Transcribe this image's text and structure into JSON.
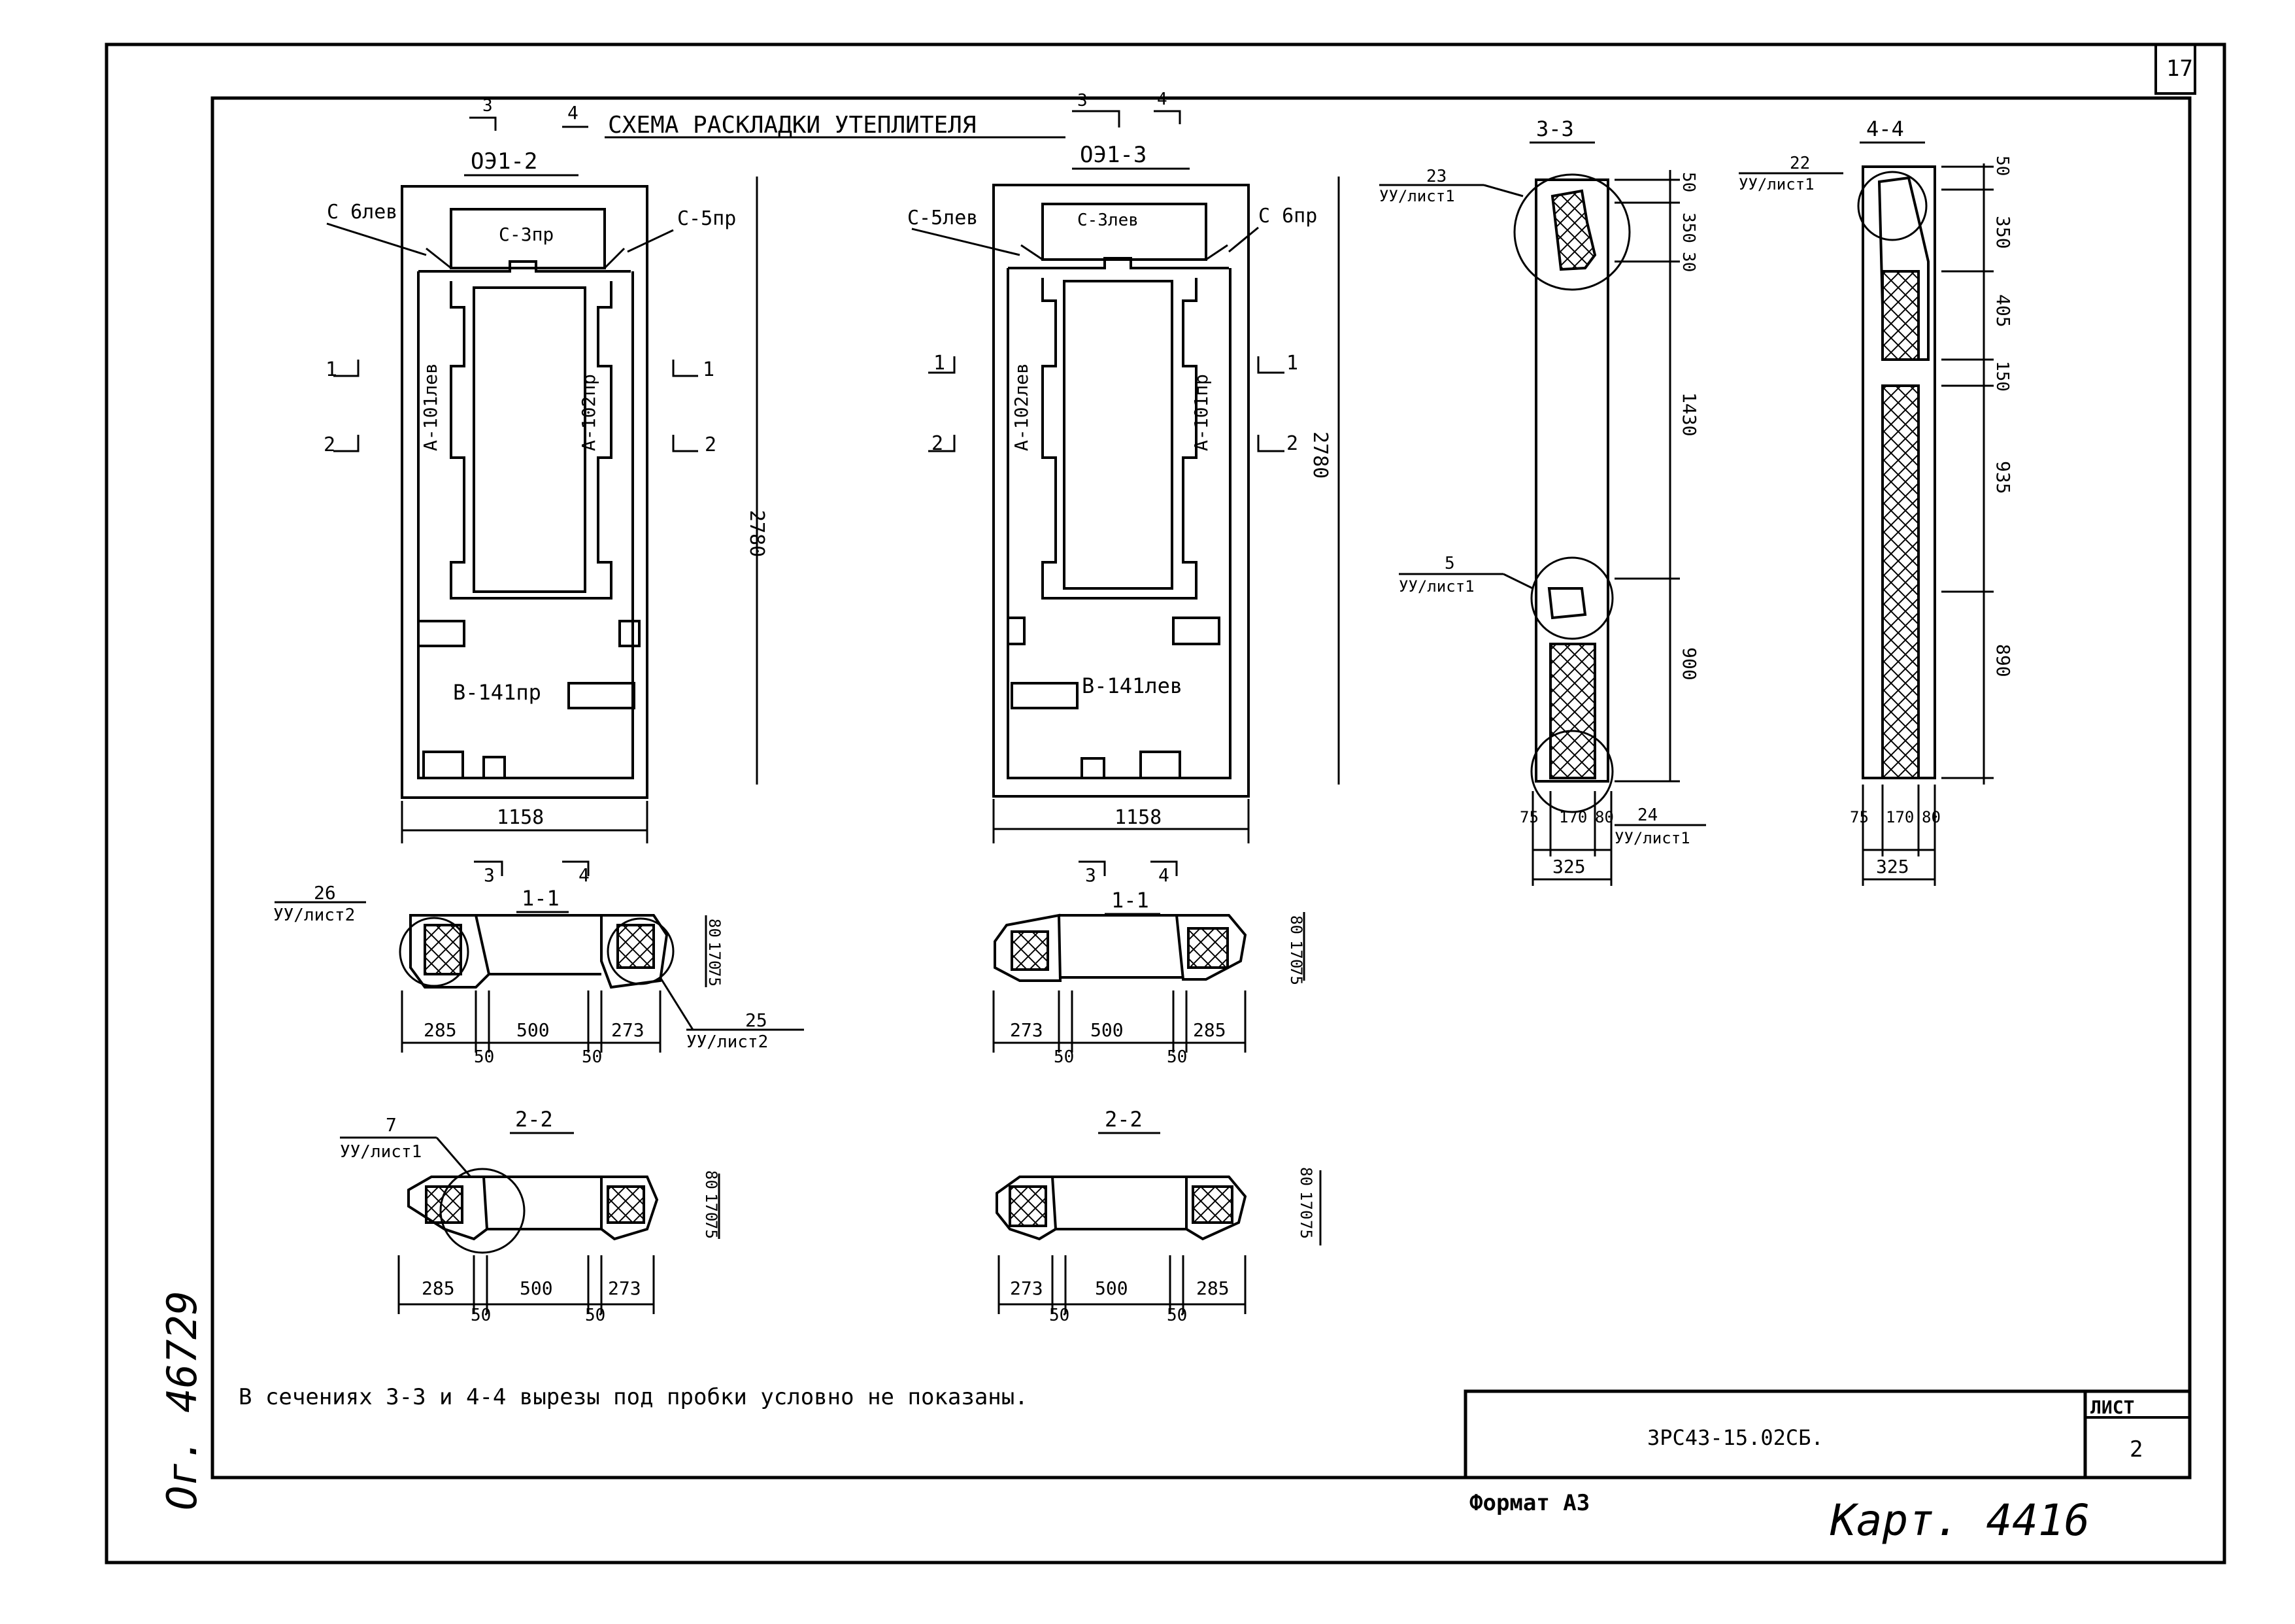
{
  "sheet": {
    "corner_page": "17",
    "title": "СХЕМА РАСКЛАДКИ УТЕПЛИТЕЛЯ",
    "note": "В сечениях 3-3 и 4-4 вырезы под пробки условно не показаны.",
    "doc_code": "ЗРС43-15.02СБ.",
    "list_header": "ЛИСТ",
    "list_number": "2",
    "format": "Формат А3",
    "card": "Карт. 4416",
    "side_stamp": "Ог. 46729"
  },
  "panels": {
    "left": {
      "id": "ОЭ1-2",
      "top_piece": "С-3пр",
      "left_corner": "С 6лев",
      "right_corner": "С-5пр",
      "left_strip": "А-101лев",
      "right_strip": "А-102пр",
      "bottom_block": "В-141пр",
      "width": "1158",
      "height": "2780"
    },
    "right": {
      "id": "ОЭ1-3",
      "top_piece": "С-3лев",
      "left_corner": "С-5лев",
      "right_corner": "С 6пр",
      "left_strip": "А-102лев",
      "right_strip": "А-101пр",
      "bottom_block": "В-141лев",
      "width": "1158",
      "height": "2780"
    }
  },
  "section_marks": {
    "s1": "1",
    "s2": "2",
    "s3": "3",
    "s4": "4"
  },
  "sections": {
    "s11_title": "1-1",
    "s22_title": "2-2",
    "s33_title": "3-3",
    "s44_title": "4-4"
  },
  "callouts": {
    "c26_num": "26",
    "c26_ref": "УУ/лист2",
    "c25_num": "25",
    "c25_ref": "УУ/лист2",
    "c7_num": "7",
    "c7_ref": "УУ/лист1",
    "c23_num": "23",
    "c23_ref": "УУ/лист1",
    "c5_num": "5",
    "c5_ref": "УУ/лист1",
    "c24_num": "24",
    "c24_ref": "УУ/лист1",
    "c22_num": "22",
    "c22_ref": "УУ/лист1"
  },
  "dims": {
    "d285": "285",
    "d500": "500",
    "d273": "273",
    "d50": "50",
    "d75": "75",
    "d170": "170",
    "d80": "80",
    "d325": "325",
    "d350": "350",
    "d30": "30",
    "d1430": "1430",
    "d900": "900",
    "d405": "405",
    "d150": "150",
    "d935": "935",
    "d890": "890"
  }
}
